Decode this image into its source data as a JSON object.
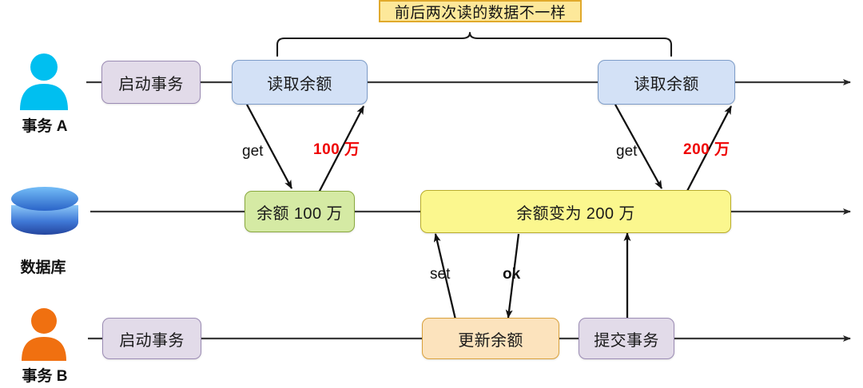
{
  "diagram": {
    "title_note": "前后两次读的数据不一样",
    "actors": [
      {
        "id": "tx-a",
        "label": "事务 A",
        "icon": "person-icon",
        "color": "#00bff0"
      },
      {
        "id": "database",
        "label": "数据库",
        "icon": "database-icon",
        "color": "#2f6fd0"
      },
      {
        "id": "tx-b",
        "label": "事务 B",
        "icon": "person-icon",
        "color": "#f07010"
      }
    ],
    "lanes": {
      "tx_a": {
        "nodes": [
          {
            "id": "a-begin",
            "label": "启动事务",
            "style": "purple"
          },
          {
            "id": "a-read-1",
            "label": "读取余额",
            "style": "blue"
          },
          {
            "id": "a-read-2",
            "label": "读取余额",
            "style": "blue"
          }
        ]
      },
      "db": {
        "nodes": [
          {
            "id": "db-100",
            "label": "余额 100 万",
            "style": "green"
          },
          {
            "id": "db-200",
            "label": "余额变为 200 万",
            "style": "yellow"
          }
        ]
      },
      "tx_b": {
        "nodes": [
          {
            "id": "b-begin",
            "label": "启动事务",
            "style": "purple"
          },
          {
            "id": "b-update",
            "label": "更新余额",
            "style": "orange"
          },
          {
            "id": "b-commit",
            "label": "提交事务",
            "style": "purple"
          }
        ]
      }
    },
    "edge_labels": [
      {
        "id": "get-1",
        "text": "get",
        "emphasis": "normal"
      },
      {
        "id": "ret-1",
        "text": "100 万",
        "emphasis": "red"
      },
      {
        "id": "get-2",
        "text": "get",
        "emphasis": "normal"
      },
      {
        "id": "ret-2",
        "text": "200 万",
        "emphasis": "red"
      },
      {
        "id": "set",
        "text": "set",
        "emphasis": "normal"
      },
      {
        "id": "ok",
        "text": "ok",
        "emphasis": "bold"
      }
    ],
    "colors": {
      "purple_fill": "#e2dbe9",
      "purple_border": "#9b8bb4",
      "blue_fill": "#d3e1f6",
      "blue_border": "#7e9dc9",
      "green_fill": "#d5eaa4",
      "green_border": "#8aa93f",
      "yellow_fill": "#fbf78e",
      "yellow_border": "#b9ad2c",
      "orange_fill": "#fce3bd",
      "orange_border": "#d9a13c",
      "note_fill": "#fde89a",
      "note_border": "#e0a92b",
      "red_text": "#ef0000",
      "timeline": "#3a3a3a"
    }
  }
}
